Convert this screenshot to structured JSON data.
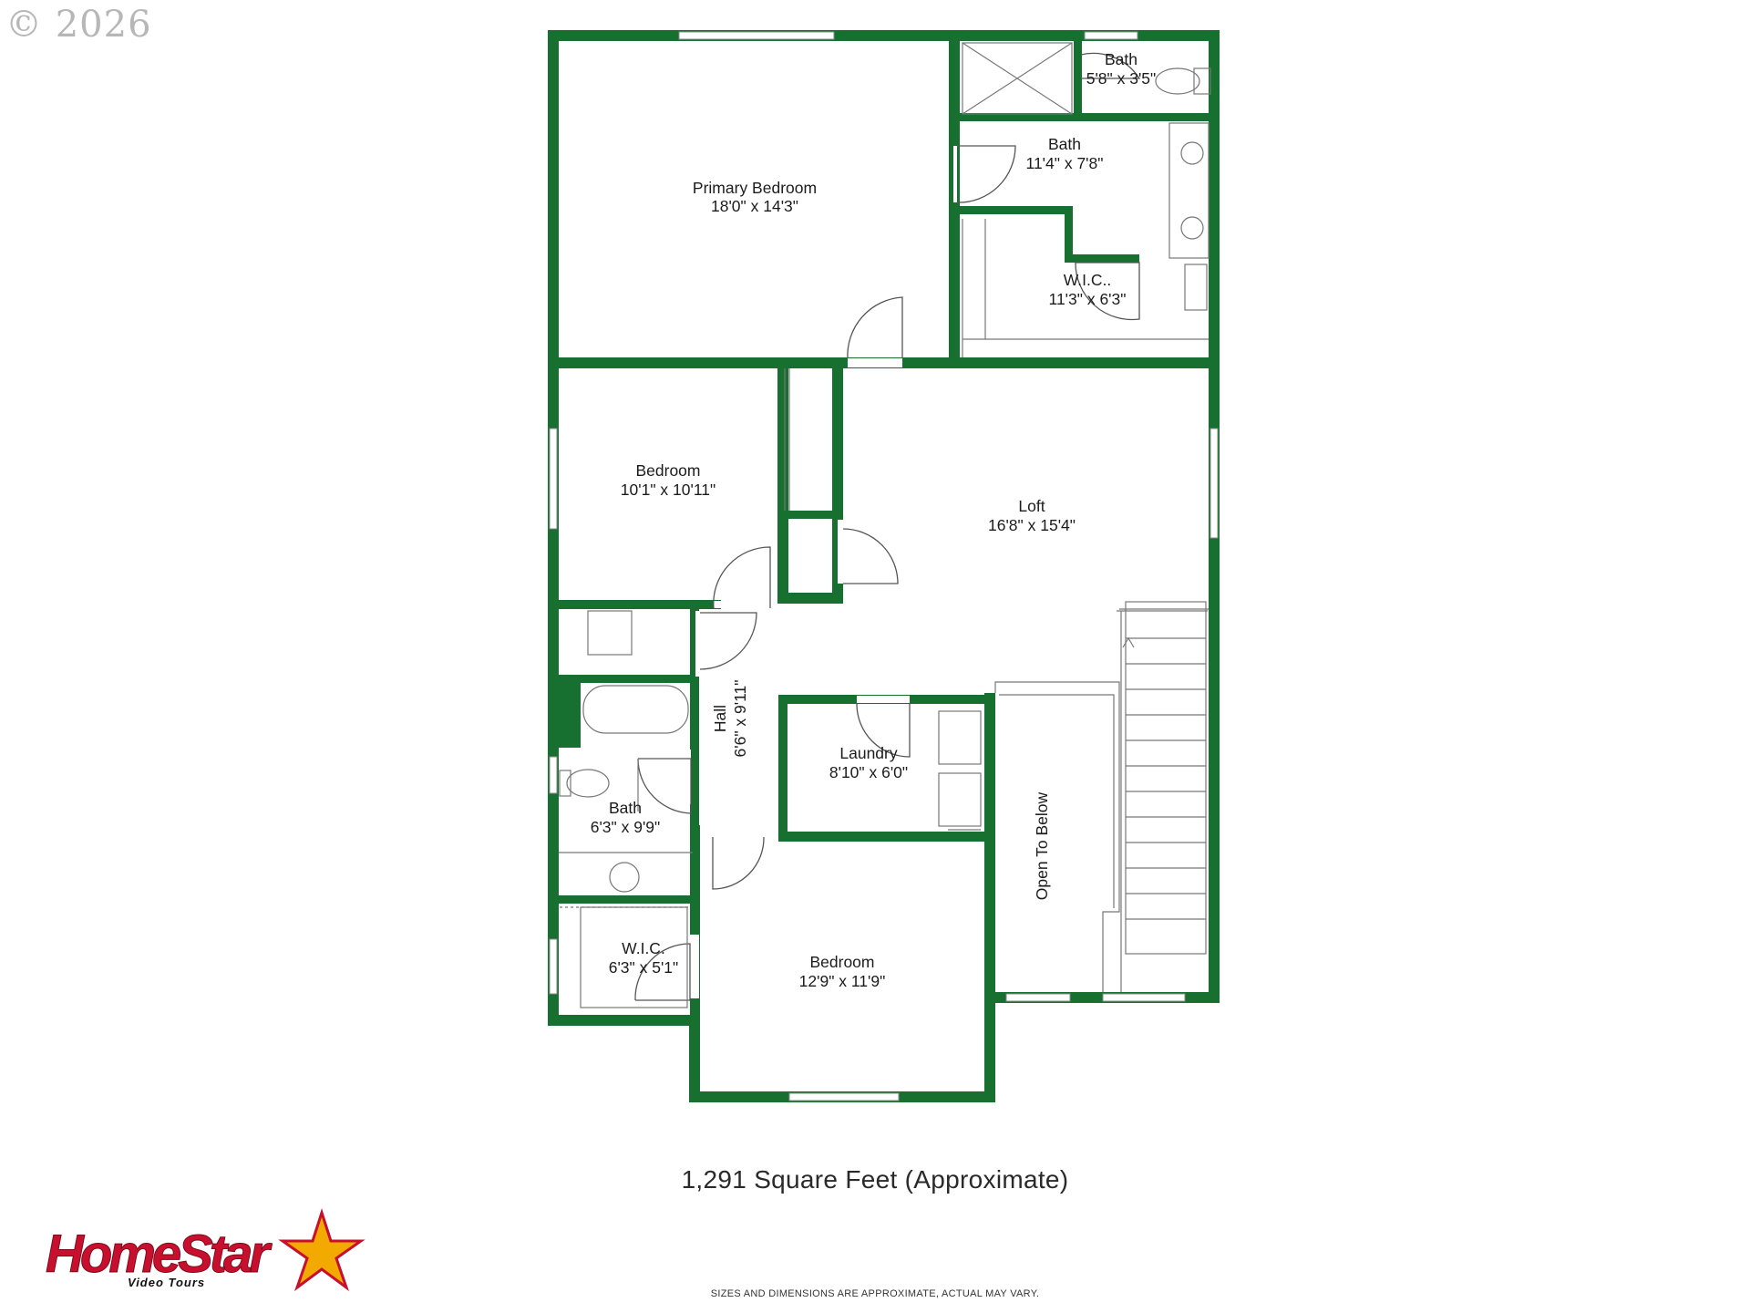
{
  "copyright": "© 2026",
  "rooms": {
    "primary_bedroom": {
      "name": "Primary Bedroom",
      "dims": "18'0\" x 14'3\""
    },
    "bath_small": {
      "name": "Bath",
      "dims": "5'8\" x 3'5\""
    },
    "bath_primary": {
      "name": "Bath",
      "dims": "11'4\" x 7'8\""
    },
    "wic_primary": {
      "name": "W.I.C..",
      "dims": "11'3\" x 6'3\""
    },
    "bedroom_2": {
      "name": "Bedroom",
      "dims": "10'1\" x 10'11\""
    },
    "loft": {
      "name": "Loft",
      "dims": "16'8\" x 15'4\""
    },
    "hall": {
      "name": "Hall",
      "dims": "6'6\" x 9'11\""
    },
    "laundry": {
      "name": "Laundry",
      "dims": "8'10\" x 6'0\""
    },
    "bath_hall": {
      "name": "Bath",
      "dims": "6'3\" x 9'9\""
    },
    "wic_2": {
      "name": "W.I.C.",
      "dims": "6'3\" x 5'1\""
    },
    "bedroom_3": {
      "name": "Bedroom",
      "dims": "12'9\" x 11'9\""
    },
    "open_to_below": {
      "name": "Open To Below"
    }
  },
  "total_area": "1,291 Square Feet (Approximate)",
  "disclaimer": "SIZES AND DIMENSIONS ARE APPROXIMATE, ACTUAL MAY VARY.",
  "logo": {
    "brand": "HomeStar",
    "tagline": "Video Tours"
  },
  "colors": {
    "wall": "#17702f",
    "fixture_line": "#777777",
    "logo_red": "#c8102e",
    "logo_star": "#f2a900"
  }
}
